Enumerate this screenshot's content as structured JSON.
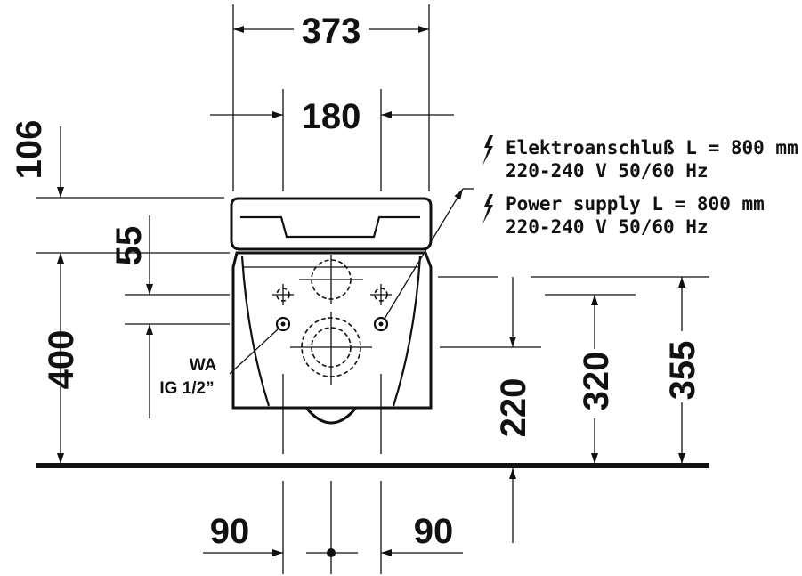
{
  "dimensions": {
    "overall_width": "373",
    "inner_width": "180",
    "top_offset": "106",
    "offset_55": "55",
    "height_400": "400",
    "height_220": "220",
    "height_320": "320",
    "height_355": "355",
    "left_90": "90",
    "right_90": "90"
  },
  "notes": {
    "de_line1": "Elektroanschluß L = 800 mm",
    "de_line2": "220-240 V  50/60 Hz",
    "en_line1": "Power supply L = 800 mm",
    "en_line2": "220-240 V  50/60 Hz"
  },
  "labels": {
    "wa": "WA",
    "ig": "IG 1/2”"
  },
  "icons": [
    "lightning-icon"
  ],
  "colors": {
    "ink": "#111111",
    "paper": "#ffffff"
  }
}
